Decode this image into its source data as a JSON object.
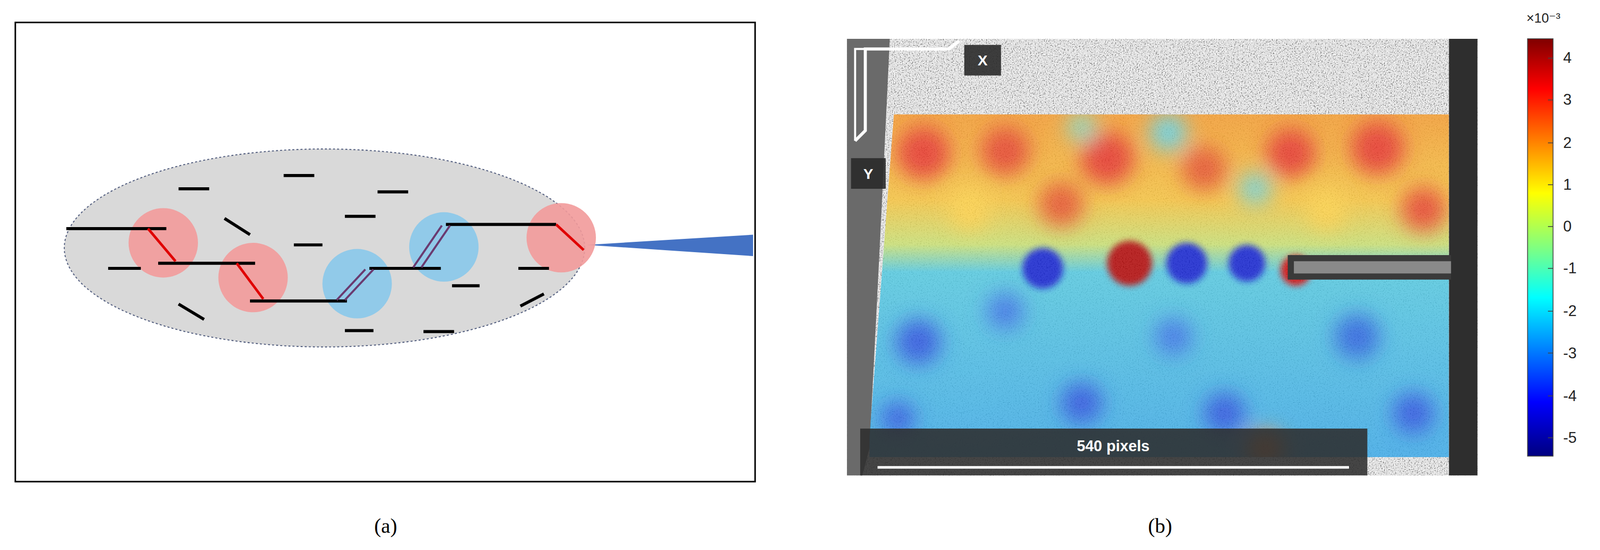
{
  "diagram": {
    "labels": [
      "(a)",
      "(b)",
      "X",
      "Y",
      "540 pixels",
      "×10⁻³",
      "4",
      "3",
      "2",
      "1",
      "0",
      "-1",
      "-2",
      "-3",
      "-4",
      "-5"
    ]
  }
}
